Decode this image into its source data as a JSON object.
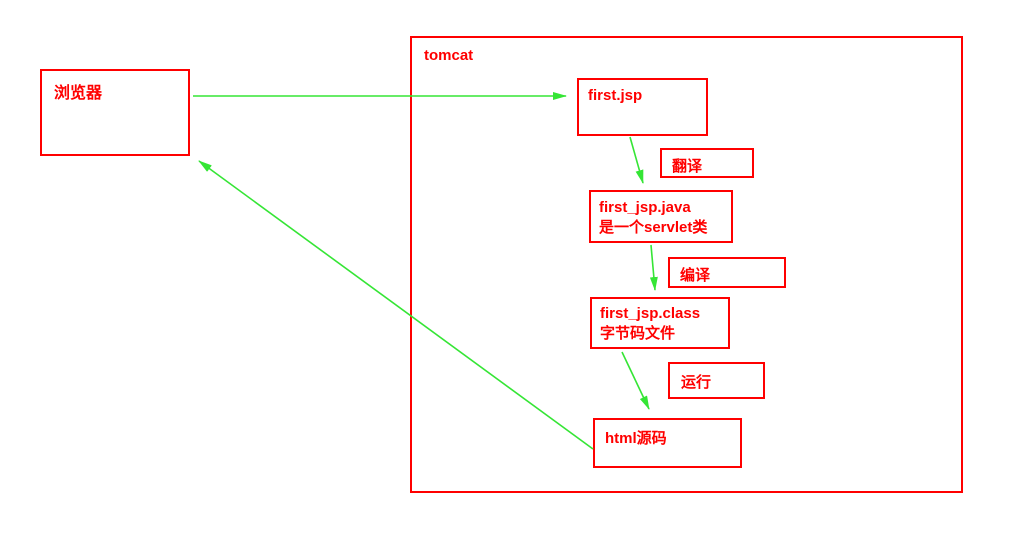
{
  "colors": {
    "box_border": "#ff0000",
    "text": "#ff0000",
    "arrow": "#35e535",
    "background": "#ffffff"
  },
  "diagram": {
    "tomcat_label": "tomcat",
    "browser_label": "浏览器",
    "nodes": {
      "first_jsp": {
        "label": "first.jsp"
      },
      "translate_tag": {
        "label": "翻译"
      },
      "java_file": {
        "line1": "first_jsp.java",
        "line2": "是一个servlet类"
      },
      "compile_tag": {
        "label": "编译"
      },
      "class_file": {
        "line1": "first_jsp.class",
        "line2": "字节码文件"
      },
      "run_tag": {
        "label": "运行"
      },
      "html_source": {
        "label": "html源码"
      }
    },
    "arrows": [
      {
        "name": "browser-to-firstjsp",
        "from": "browser",
        "to": "first_jsp"
      },
      {
        "name": "firstjsp-to-java",
        "from": "first_jsp",
        "to": "java_file"
      },
      {
        "name": "java-to-class",
        "from": "java_file",
        "to": "class_file"
      },
      {
        "name": "class-to-html",
        "from": "class_file",
        "to": "html_source"
      },
      {
        "name": "html-to-browser",
        "from": "html_source",
        "to": "browser"
      }
    ]
  }
}
